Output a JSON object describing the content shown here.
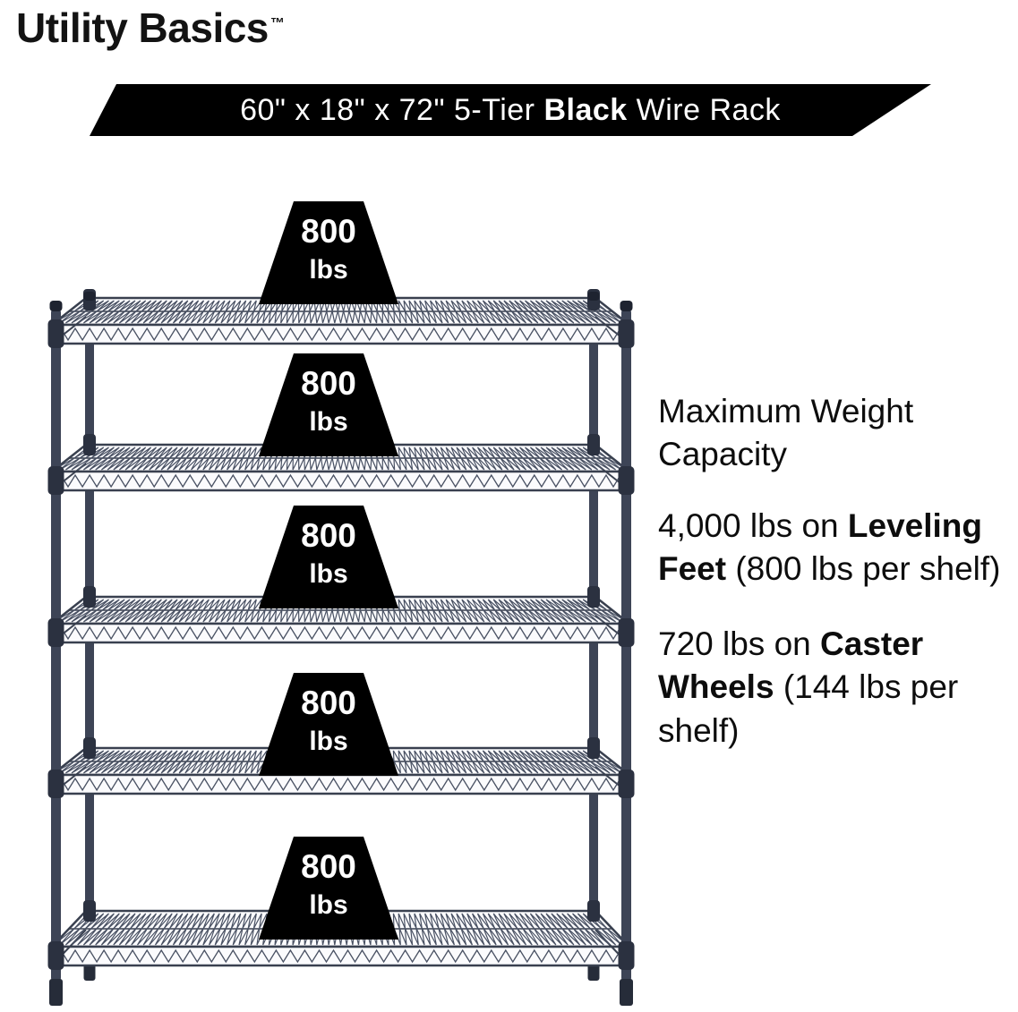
{
  "colors": {
    "background": "#ffffff",
    "banner_bg": "#000000",
    "banner_text": "#ffffff",
    "badge_bg": "#000000",
    "badge_text": "#ffffff",
    "rack_frame": "#3d4456",
    "body_text": "#0d0d0d"
  },
  "brand": {
    "name": "Utility Basics",
    "trademark": "™"
  },
  "banner": {
    "prefix": "60\" x 18\" x 72\" 5-Tier ",
    "highlight": "Black",
    "suffix": " Wire Rack"
  },
  "rack": {
    "tiers": 5,
    "badges": [
      {
        "value": "800",
        "unit": "lbs"
      },
      {
        "value": "800",
        "unit": "lbs"
      },
      {
        "value": "800",
        "unit": "lbs"
      },
      {
        "value": "800",
        "unit": "lbs"
      },
      {
        "value": "800",
        "unit": "lbs"
      }
    ]
  },
  "capacity": {
    "heading": "Maximum Weight Capacity",
    "leveling": {
      "prefix": "4,000 lbs on ",
      "bold": "Leveling Feet",
      "suffix": " (800 lbs per shelf)"
    },
    "casters": {
      "prefix": "720 lbs on ",
      "bold": "Caster Wheels",
      "suffix": " (144 lbs per shelf)"
    }
  }
}
